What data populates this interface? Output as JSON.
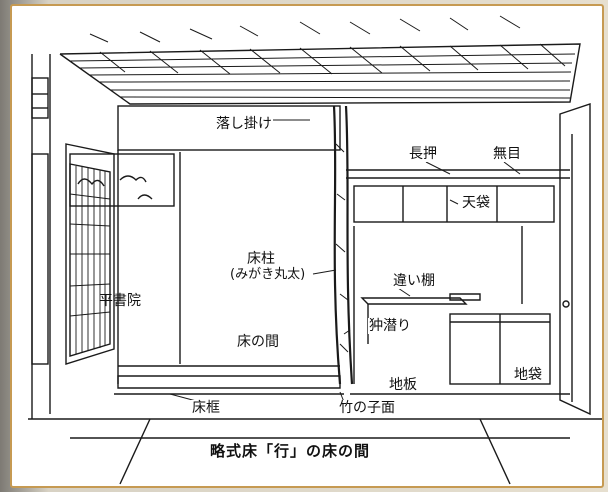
{
  "diagram": {
    "caption": "略式床「行」の床の間",
    "labels": {
      "otoshigake": "落し掛け",
      "nageshi": "長押",
      "mume": "無目",
      "tenbukuro": "天袋",
      "tokobashira_1": "床柱",
      "tokobashira_2": "(みがき丸太)",
      "chigaidana": "違い棚",
      "hirashoin": "平書院",
      "fukuroguri": "狆潜り",
      "tokonoma": "床の間",
      "jiita": "地板",
      "jibukuro": "地袋",
      "tokogamachi": "床框",
      "takenokozura": "竹の子面"
    }
  }
}
